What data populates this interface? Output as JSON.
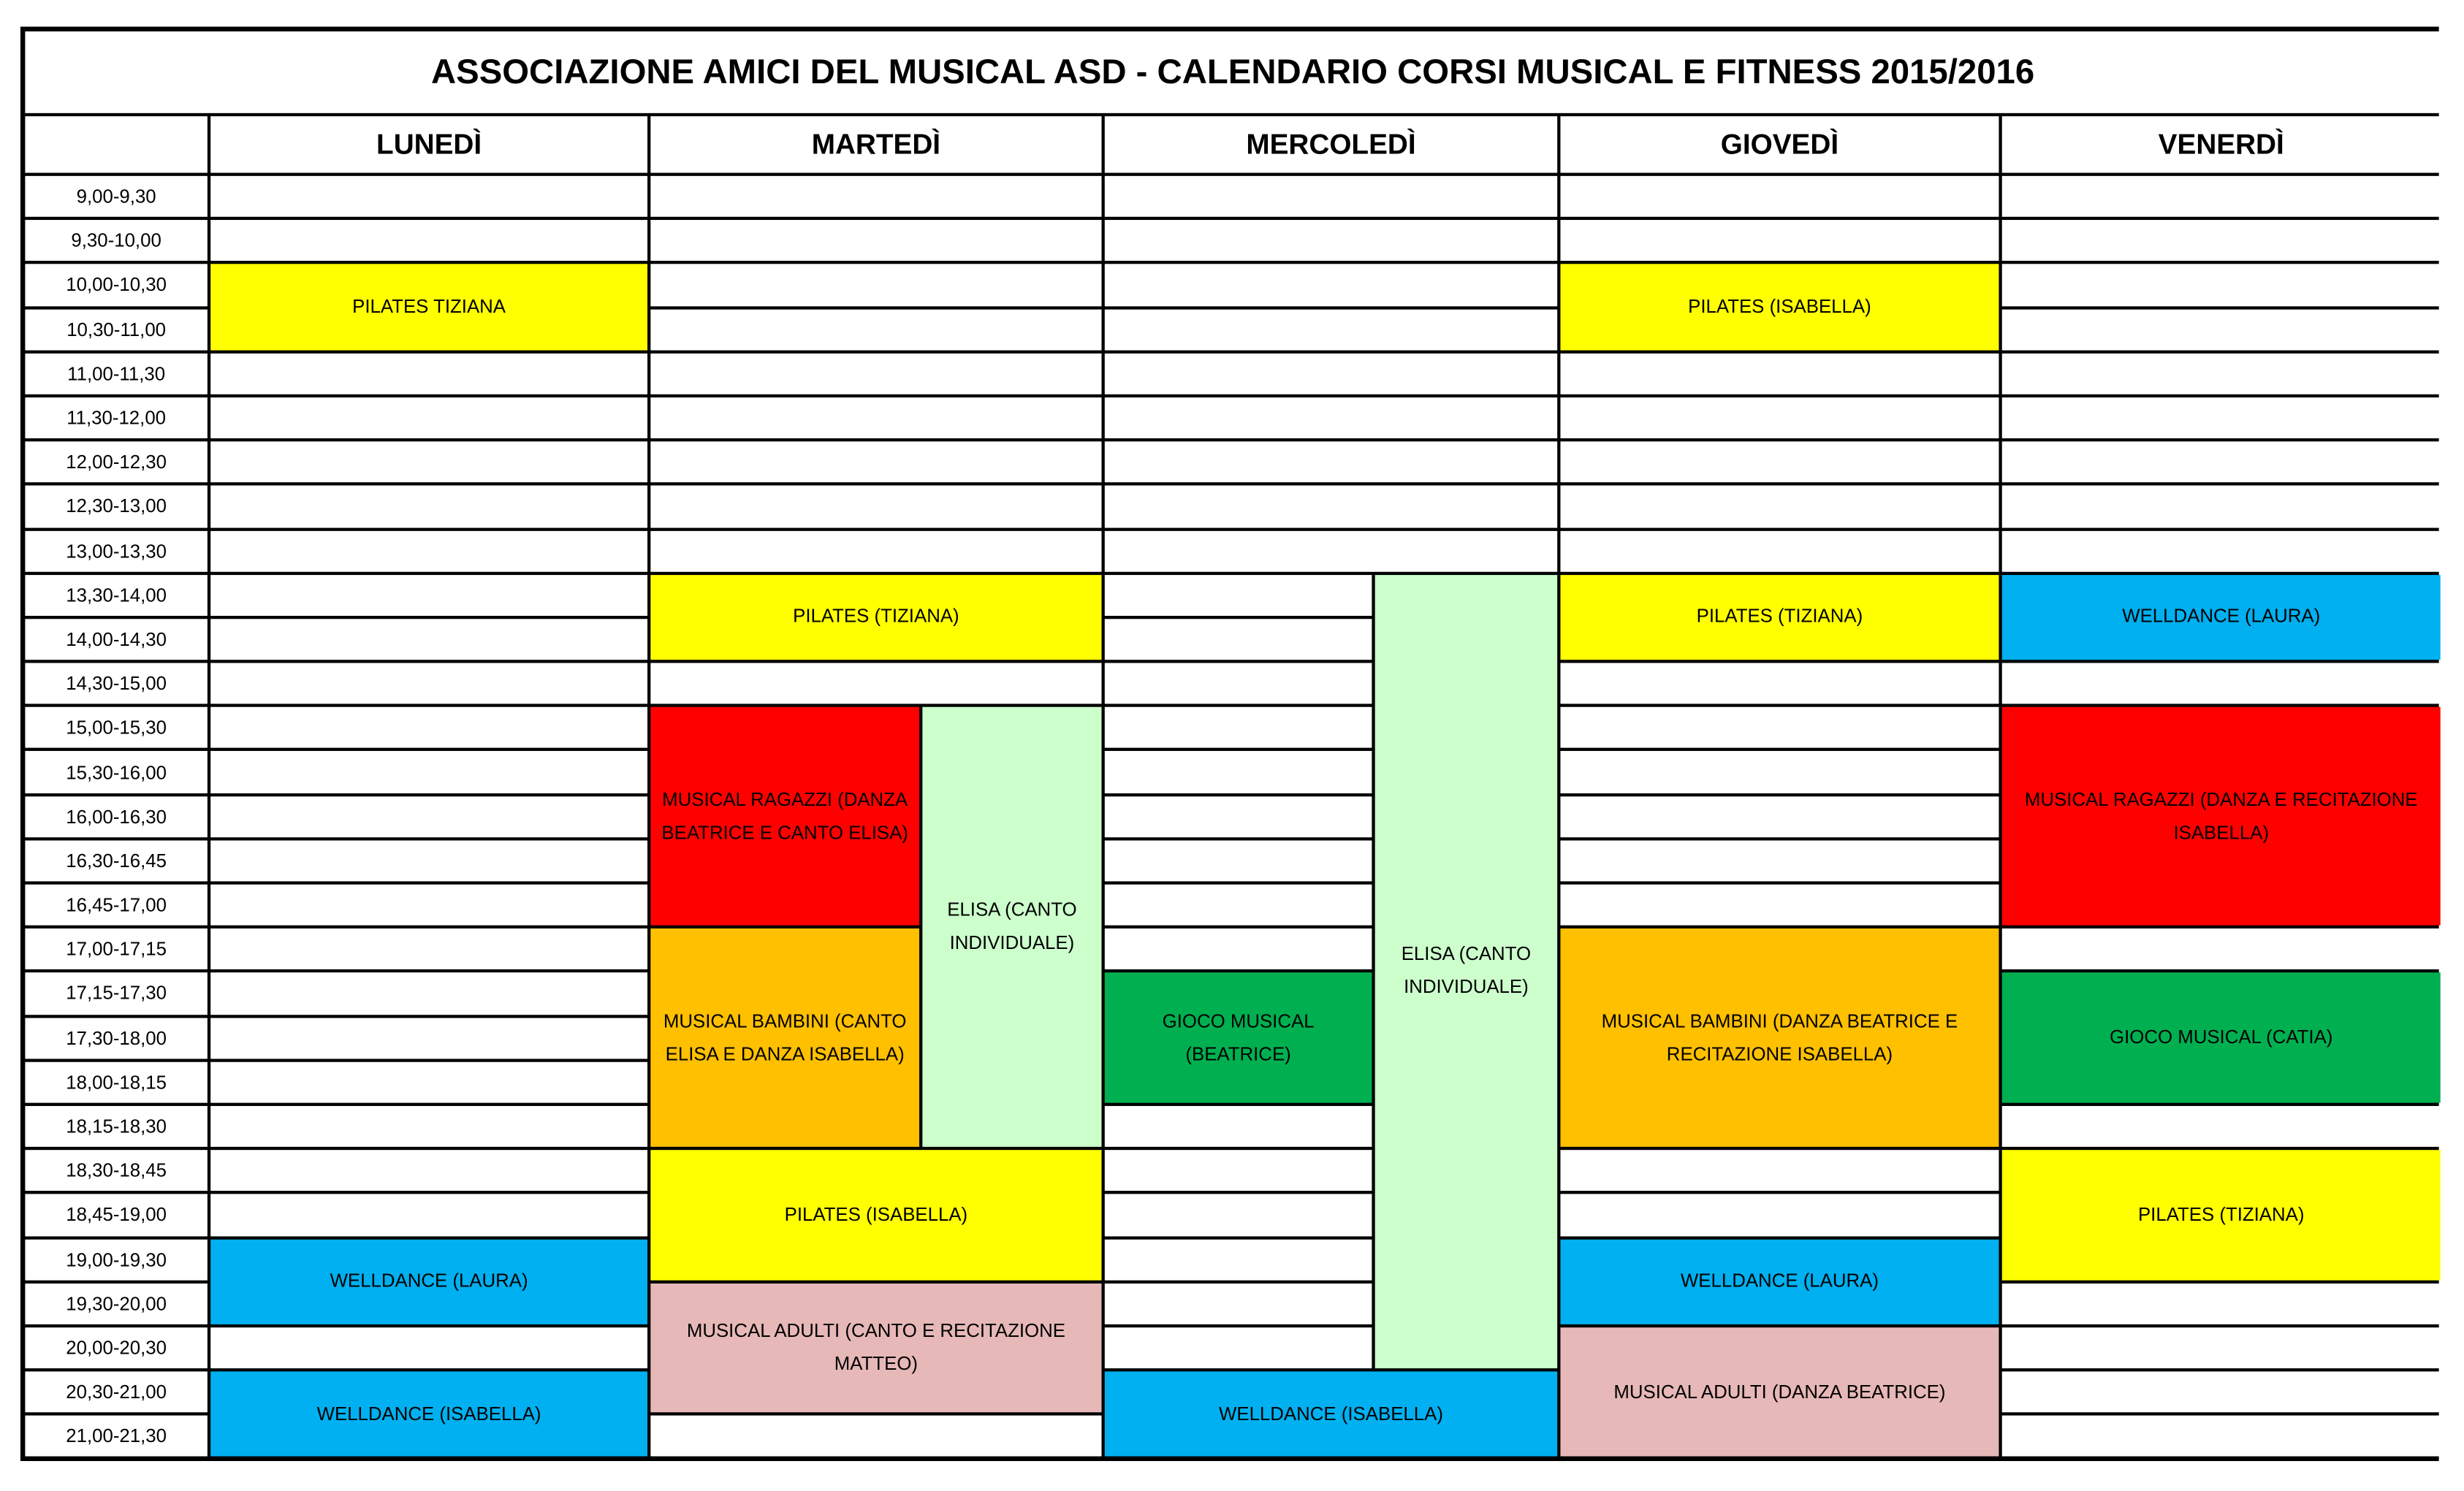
{
  "title": "ASSOCIAZIONE AMICI DEL MUSICAL ASD - CALENDARIO CORSI MUSICAL E FITNESS 2015/2016",
  "days": [
    "LUNEDÌ",
    "MARTEDÌ",
    "MERCOLEDÌ",
    "GIOVEDÌ",
    "VENERDÌ"
  ],
  "slots": [
    "9,00-9,30",
    "9,30-10,00",
    "10,00-10,30",
    "10,30-11,00",
    "11,00-11,30",
    "11,30-12,00",
    "12,00-12,30",
    "12,30-13,00",
    "13,00-13,30",
    "13,30-14,00",
    "14,00-14,30",
    "14,30-15,00",
    "15,00-15,30",
    "15,30-16,00",
    "16,00-16,30",
    "16,30-16,45",
    "16,45-17,00",
    "17,00-17,15",
    "17,15-17,30",
    "17,30-18,00",
    "18,00-18,15",
    "18,15-18,30",
    "18,30-18,45",
    "18,45-19,00",
    "19,00-19,30",
    "19,30-20,00",
    "20,00-20,30",
    "20,30-21,00",
    "21,00-21,30"
  ],
  "colors": {
    "pilates": "#ffff00",
    "welldance": "#00b0f0",
    "ragazzi": "#ff0000",
    "bambini": "#ffc000",
    "canto": "#ccffcc",
    "gioco": "#00b050",
    "adulti": "#e6b8b7"
  },
  "events": [
    {
      "day": 0,
      "sub": "full",
      "start": 2,
      "end": 3,
      "label": "PILATES TIZIANA",
      "kind": "pilates"
    },
    {
      "day": 0,
      "sub": "full",
      "start": 24,
      "end": 25,
      "label": "WELLDANCE (LAURA)",
      "kind": "welldance"
    },
    {
      "day": 0,
      "sub": "full",
      "start": 27,
      "end": 28,
      "label": "WELLDANCE (ISABELLA)",
      "kind": "welldance"
    },
    {
      "day": 1,
      "sub": "full",
      "start": 9,
      "end": 10,
      "label": "PILATES (TIZIANA)",
      "kind": "pilates"
    },
    {
      "day": 1,
      "sub": "a",
      "start": 12,
      "end": 16,
      "label": "MUSICAL RAGAZZI (DANZA BEATRICE E CANTO ELISA)",
      "kind": "ragazzi"
    },
    {
      "day": 1,
      "sub": "b",
      "start": 12,
      "end": 21,
      "label": "ELISA (CANTO INDIVIDUALE)",
      "kind": "canto"
    },
    {
      "day": 1,
      "sub": "a",
      "start": 17,
      "end": 21,
      "label": "MUSICAL BAMBINI (CANTO ELISA E DANZA ISABELLA)",
      "kind": "bambini"
    },
    {
      "day": 1,
      "sub": "full",
      "start": 22,
      "end": 24,
      "label": "PILATES (ISABELLA)",
      "kind": "pilates"
    },
    {
      "day": 1,
      "sub": "full",
      "start": 25,
      "end": 27,
      "label": "MUSICAL ADULTI (CANTO E RECITAZIONE MATTEO)",
      "kind": "adulti"
    },
    {
      "day": 2,
      "sub": "b",
      "start": 9,
      "end": 26,
      "label": "ELISA (CANTO INDIVIDUALE)",
      "kind": "canto"
    },
    {
      "day": 2,
      "sub": "a",
      "start": 18,
      "end": 20,
      "label": "GIOCO MUSICAL (BEATRICE)",
      "kind": "gioco"
    },
    {
      "day": 2,
      "sub": "full",
      "start": 27,
      "end": 28,
      "label": "WELLDANCE (ISABELLA)",
      "kind": "welldance"
    },
    {
      "day": 3,
      "sub": "full",
      "start": 2,
      "end": 3,
      "label": "PILATES (ISABELLA)",
      "kind": "pilates"
    },
    {
      "day": 3,
      "sub": "full",
      "start": 9,
      "end": 10,
      "label": "PILATES (TIZIANA)",
      "kind": "pilates"
    },
    {
      "day": 3,
      "sub": "full",
      "start": 17,
      "end": 21,
      "label": "MUSICAL BAMBINI (DANZA BEATRICE E RECITAZIONE ISABELLA)",
      "kind": "bambini"
    },
    {
      "day": 3,
      "sub": "full",
      "start": 24,
      "end": 25,
      "label": "WELLDANCE (LAURA)",
      "kind": "welldance"
    },
    {
      "day": 3,
      "sub": "full",
      "start": 26,
      "end": 28,
      "label": "MUSICAL ADULTI (DANZA BEATRICE)",
      "kind": "adulti"
    },
    {
      "day": 4,
      "sub": "full",
      "start": 9,
      "end": 10,
      "label": "WELLDANCE (LAURA)",
      "kind": "welldance"
    },
    {
      "day": 4,
      "sub": "full",
      "start": 12,
      "end": 16,
      "label": "MUSICAL RAGAZZI (DANZA E RECITAZIONE ISABELLA)",
      "kind": "ragazzi"
    },
    {
      "day": 4,
      "sub": "full",
      "start": 18,
      "end": 20,
      "label": "GIOCO MUSICAL (CATIA)",
      "kind": "gioco"
    },
    {
      "day": 4,
      "sub": "full",
      "start": 22,
      "end": 24,
      "label": "PILATES (TIZIANA)",
      "kind": "pilates"
    }
  ]
}
